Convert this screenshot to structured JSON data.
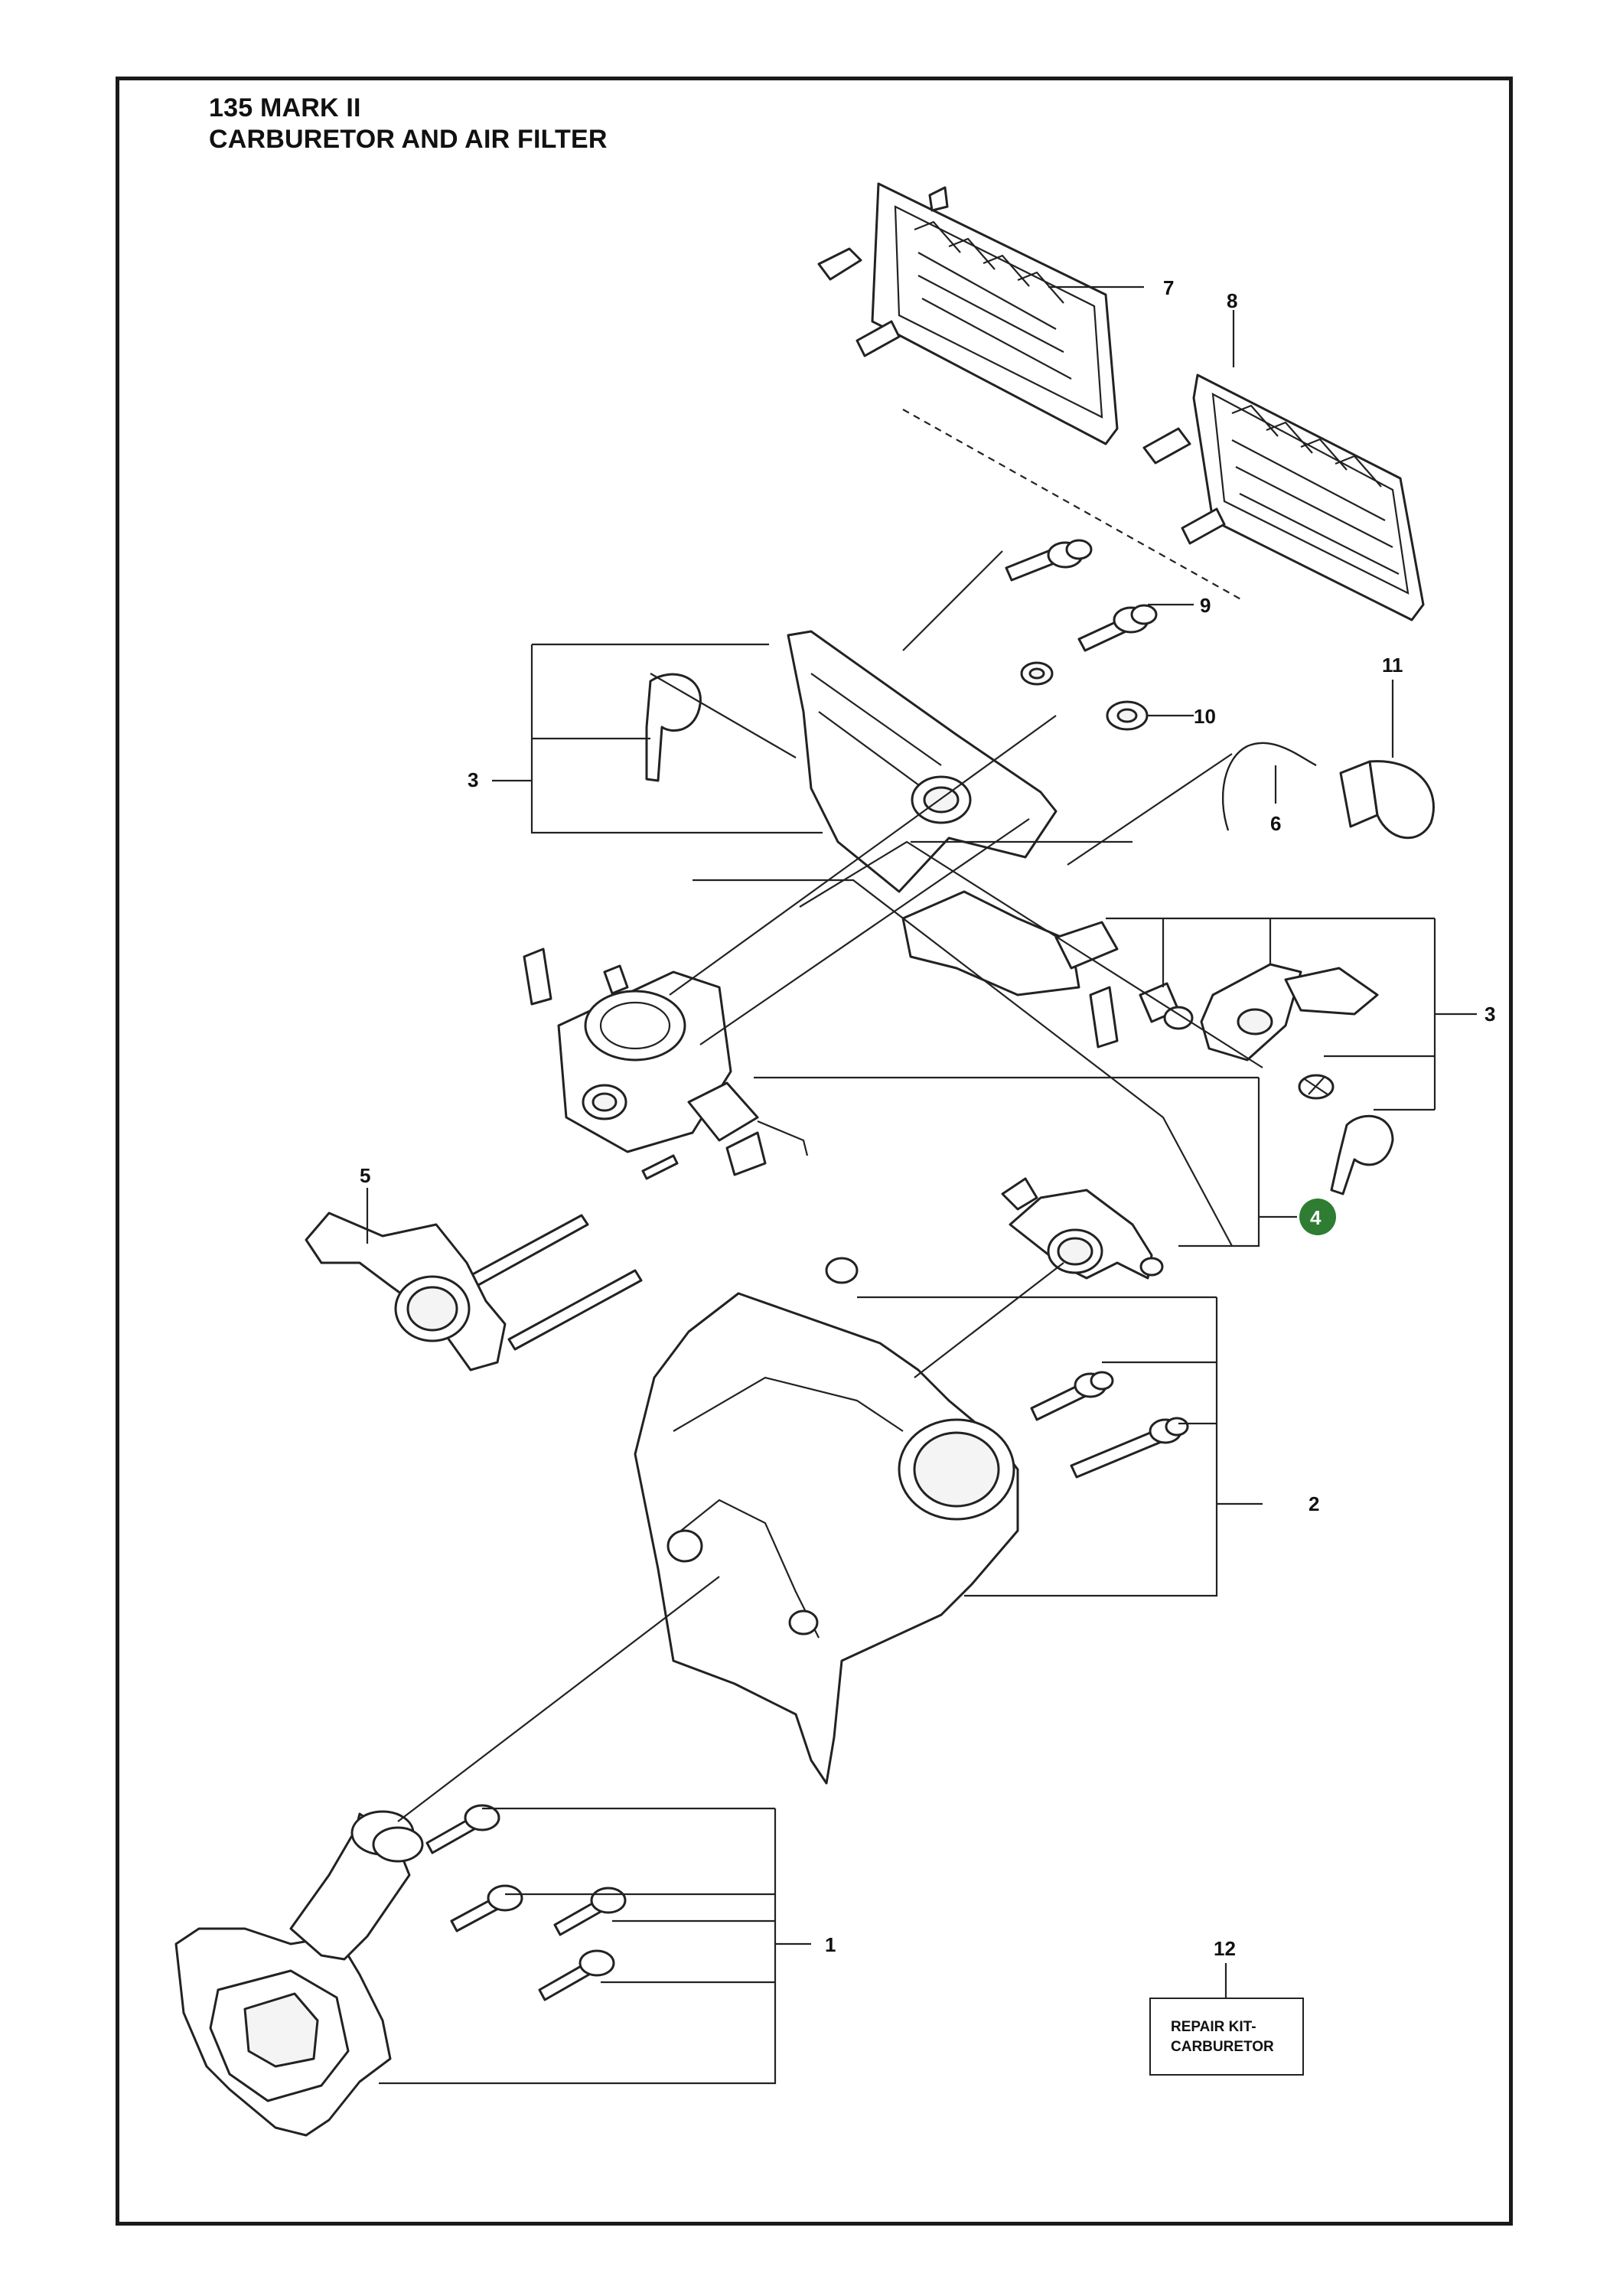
{
  "header": {
    "model": "135 MARK II",
    "section": "CARBURETOR AND AIR FILTER"
  },
  "callouts": {
    "c1": "1",
    "c2": "2",
    "c3a": "3",
    "c3b": "3",
    "c4": "4",
    "c5": "5",
    "c6": "6",
    "c7": "7",
    "c8": "8",
    "c9": "9",
    "c10": "10",
    "c11": "11",
    "c12": "12"
  },
  "repair_kit": {
    "line1": "REPAIR KIT-",
    "line2": "CARBURETOR"
  },
  "colors": {
    "highlight_callout": "#2e7d32",
    "line": "#222222"
  }
}
